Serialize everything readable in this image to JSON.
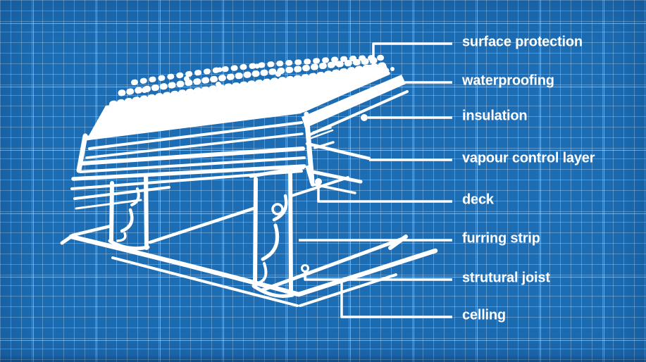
{
  "colors": {
    "background": "#1C6DB4",
    "grid_line": "#FFFFFF",
    "drawing_line": "#FFFFFF",
    "label_text": "#FFFFFF"
  },
  "labels": [
    {
      "text": "surface protection"
    },
    {
      "text": "waterproofing"
    },
    {
      "text": "insulation"
    },
    {
      "text": "vapour control layer"
    },
    {
      "text": "deck"
    },
    {
      "text": "furring strip"
    },
    {
      "text": "strutural joist"
    },
    {
      "text": "celling"
    }
  ]
}
